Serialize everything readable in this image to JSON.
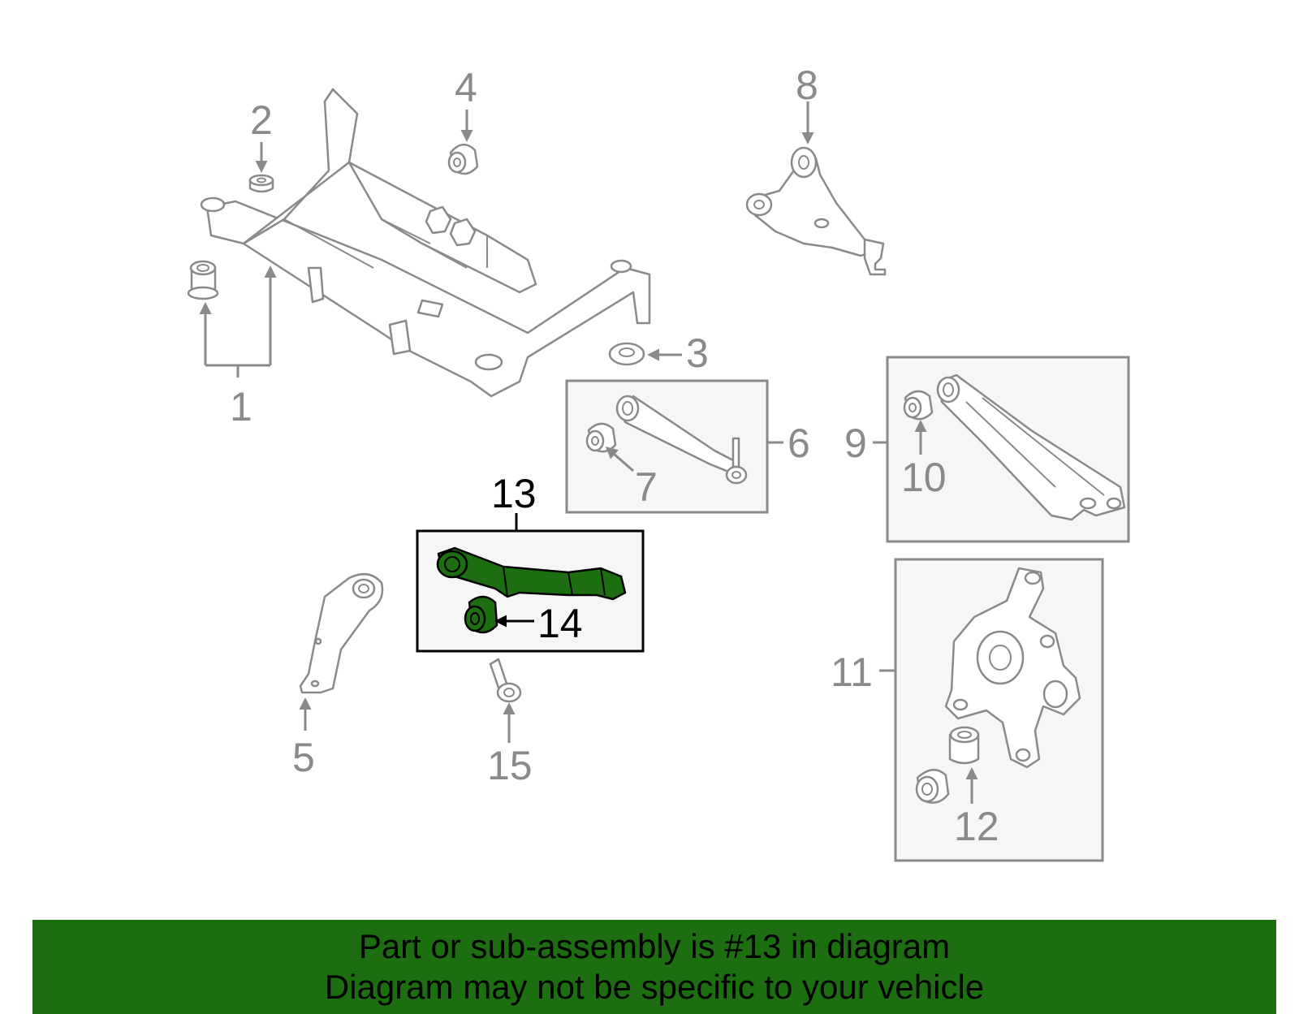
{
  "diagram": {
    "callouts": {
      "c1": "1",
      "c2": "2",
      "c3": "3",
      "c4": "4",
      "c5": "5",
      "c6": "6",
      "c7": "7",
      "c8": "8",
      "c9": "9",
      "c10": "10",
      "c11": "11",
      "c12": "12",
      "c13": "13",
      "c14": "14",
      "c15": "15"
    },
    "highlighted_part": "13",
    "colors": {
      "highlight": "#1d6e10",
      "line": "#8a8a8a",
      "box_fill": "#f6f6f6",
      "banner": "#1d6e10"
    }
  },
  "banner": {
    "line1": "Part or sub-assembly is #13 in diagram",
    "line2": "Diagram may not be specific to your vehicle"
  }
}
